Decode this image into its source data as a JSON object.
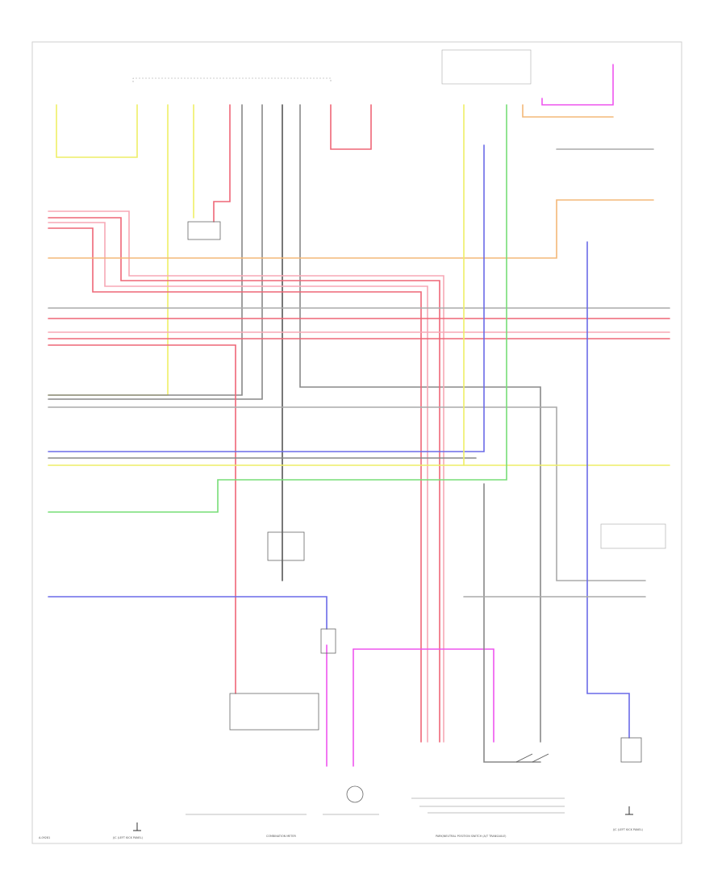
{
  "diagram": {
    "frame_border_color": "#cfcfcf",
    "wire_colors": {
      "red": "#ee6677",
      "pink": "#f7a8b6",
      "yellow": "#eeee66",
      "orange": "#f3b878",
      "green": "#77dd77",
      "blue": "#6a6ae8",
      "violet": "#ee55ee",
      "gray": "#888888",
      "black": "#555555"
    },
    "labels": {
      "sheet_code": "A-09281",
      "engine_ecm_label": "COMBINATION METER",
      "transaxle_label": "PARK/NEUTRAL POSITION SWITCH (A/T TRANSAXLE)",
      "ground_left": "J/C (LEFT KICK PANEL)",
      "ground_right": "J/C (LEFT KICK PANEL)"
    }
  }
}
